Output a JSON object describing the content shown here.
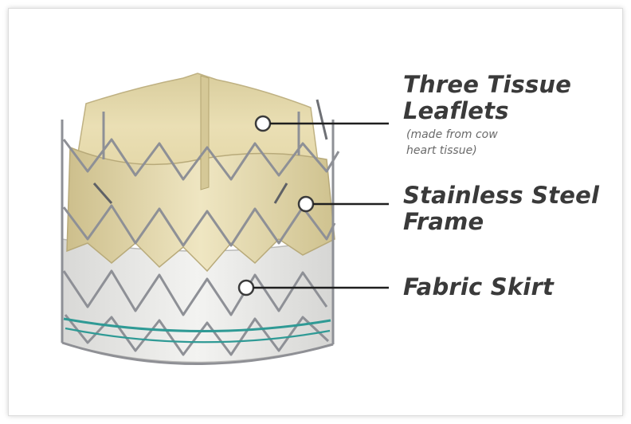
{
  "callouts": [
    {
      "title_line1": "Three Tissue",
      "title_line2": "Leaflets",
      "note_line1": "(made from cow",
      "note_line2": "heart tissue)"
    },
    {
      "title_line1": "Stainless Steel",
      "title_line2": "Frame"
    },
    {
      "title_line1": "Fabric Skirt"
    }
  ],
  "colors": {
    "leaflet": "#e8ddb0",
    "leaflet_shadow": "#cfc394",
    "frame": "#8e9096",
    "skirt": "#e9e9e7",
    "suture": "#2f9a95",
    "text": "#3a3a3a",
    "leader": "#1f1f1f"
  }
}
